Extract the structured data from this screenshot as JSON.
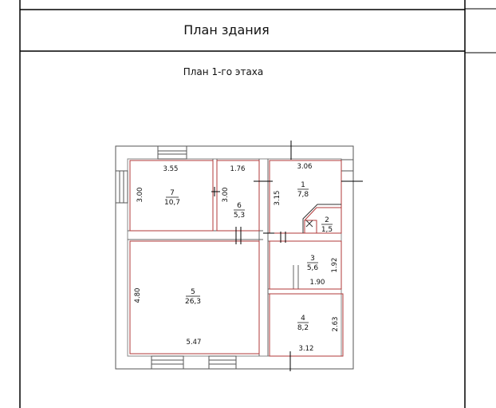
{
  "sheet": {
    "title": "План здания",
    "floor_title": "План 1-го этаха"
  },
  "rooms": [
    {
      "id": "room-1",
      "number": "1",
      "area": "7,8"
    },
    {
      "id": "room-2",
      "number": "2",
      "area": "1,5"
    },
    {
      "id": "room-3",
      "number": "3",
      "area": "5,6"
    },
    {
      "id": "room-4",
      "number": "4",
      "area": "8,2"
    },
    {
      "id": "room-5",
      "number": "5",
      "area": "26,3"
    },
    {
      "id": "room-6",
      "number": "6",
      "area": "5,3"
    },
    {
      "id": "room-7",
      "number": "7",
      "area": "10,7"
    }
  ],
  "dimensions": {
    "room7_width": "3.55",
    "room7_height": "3.00",
    "room6_width": "1.76",
    "room6_height": "3.00",
    "room1_width": "3.06",
    "room1_height": "3.15",
    "room3_height": "1.92",
    "room3_width": "1.90",
    "room5_height": "4.80",
    "room5_width": "5.47",
    "room4_height": "2.63",
    "room4_width": "3.12"
  },
  "colors": {
    "wall": "#8a8a8a",
    "room_outline": "#b03a3a",
    "frame": "#000000"
  }
}
